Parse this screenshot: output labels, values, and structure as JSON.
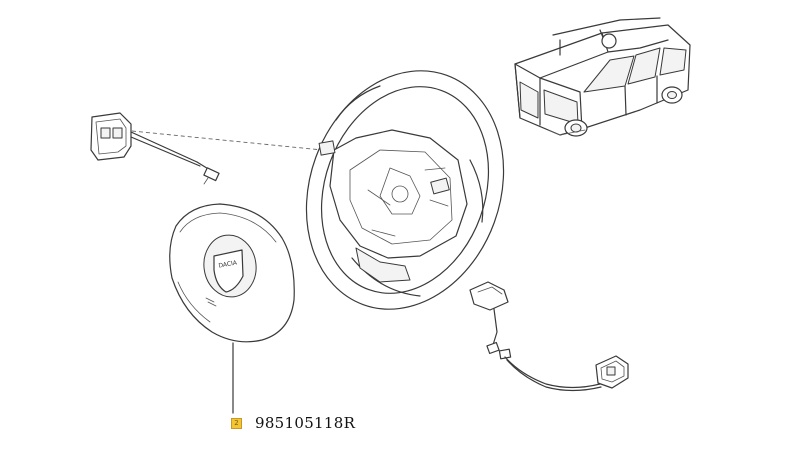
{
  "callout": {
    "marker": "2",
    "part_number": "985105118R"
  },
  "parts": {
    "airbag_logo": "DACIA",
    "colors": {
      "line": "#3a3a3a",
      "marker_fill": "#f2c531"
    }
  }
}
